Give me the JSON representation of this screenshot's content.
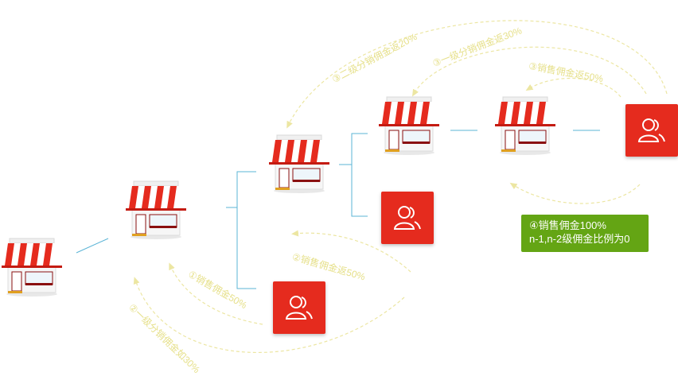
{
  "diagram": {
    "stores": [
      {
        "id": "store-1",
        "label": "店铺"
      },
      {
        "id": "store-2",
        "label": "店铺"
      },
      {
        "id": "store-3",
        "label": "店铺"
      },
      {
        "id": "store-4",
        "label": "店铺"
      },
      {
        "id": "store-5",
        "label": "店铺"
      }
    ],
    "users": [
      {
        "id": "user-a",
        "label": "用户"
      },
      {
        "id": "user-b",
        "label": "用户"
      },
      {
        "id": "user-c",
        "label": "用户"
      }
    ],
    "arcs": {
      "a1": "①销售佣金50%",
      "a2": "②一级分销佣金如30%",
      "a3": "②销售佣金返50%",
      "a4": "③二级分销佣金返20%",
      "a5": "③一级分销佣金返30%",
      "a6": "③销售佣金返50%"
    },
    "note": {
      "line1": "④销售佣金100%",
      "line2": "n-1,n-2级佣金比例为0"
    },
    "colors": {
      "connector": "#5bb4d6",
      "arc": "#ece6a2",
      "arc_text": "#e6e08a",
      "user_box": "#e52b1e",
      "note_bg": "#64a514",
      "awning_red": "#e52b1e"
    }
  }
}
